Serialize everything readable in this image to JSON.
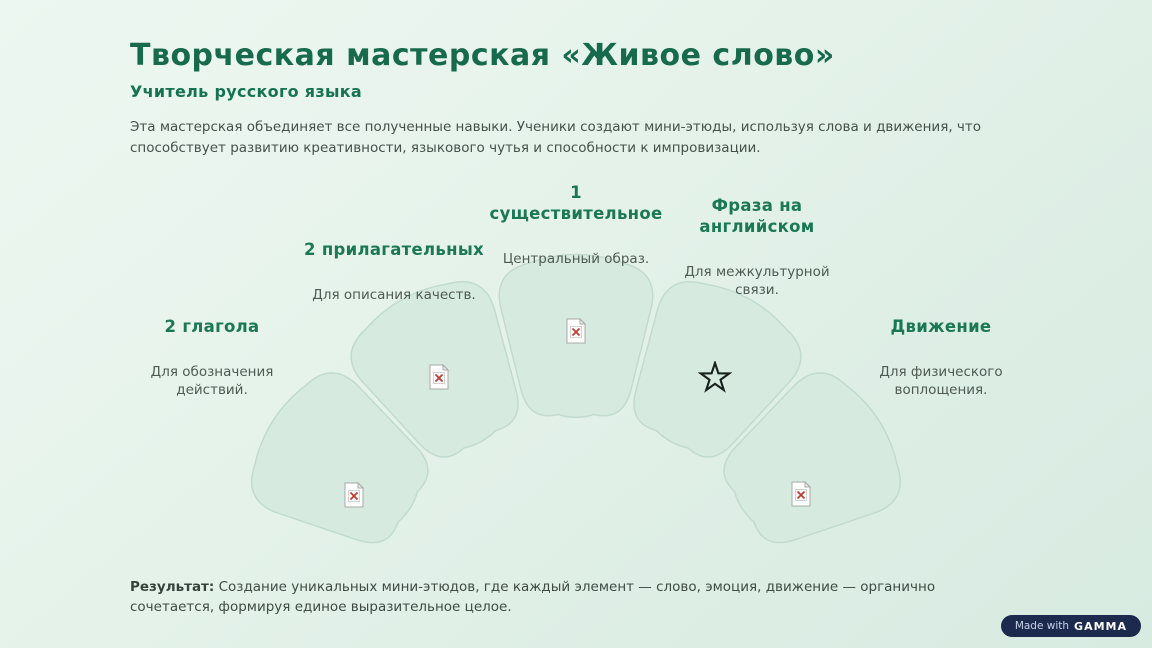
{
  "slide": {
    "title": "Творческая мастерская «Живое слово»",
    "subtitle": "Учитель русского языка",
    "intro": "Эта мастерская объединяет все полученные навыки. Ученики создают мини-этюды, используя слова и движения, что способствует развитию креативности, языкового чутья и способности к импровизации.",
    "result_label": "Результат:",
    "result_text": "Создание уникальных мини-этюдов, где каждый элемент — слово, эмоция, движение — органично сочетается, формируя единое выразительное целое."
  },
  "diagram": {
    "type": "fan-of-5-petals",
    "petal_fill": "#d7eadf",
    "petal_border": "#c2dbce",
    "labels": [
      {
        "id": "verbs",
        "heading": "2 глагола",
        "desc": "Для обозначения\nдействий."
      },
      {
        "id": "adjectives",
        "heading": "2 прилагательных",
        "desc": "Для описания качеств."
      },
      {
        "id": "noun",
        "heading": "1\nсуществительное",
        "desc": "Центральный образ."
      },
      {
        "id": "phrase",
        "heading": "Фраза на\nанглийском",
        "desc": "Для межкультурной\nсвязи."
      },
      {
        "id": "movement",
        "heading": "Движение",
        "desc": "Для физического\nвоплощения."
      }
    ],
    "icons": [
      {
        "petal": "verbs",
        "icon": "broken-image-icon"
      },
      {
        "petal": "adjectives",
        "icon": "broken-image-icon"
      },
      {
        "petal": "noun",
        "icon": "broken-image-icon"
      },
      {
        "petal": "phrase",
        "icon": "star-icon"
      },
      {
        "petal": "movement",
        "icon": "broken-image-icon"
      }
    ]
  },
  "badge": {
    "prefix": "Made with",
    "brand": "GAMMA"
  },
  "colors": {
    "accent_green": "#176a4e",
    "heading_green": "#1a7853",
    "body_text": "#45514a",
    "petal_fill": "#d7eadf",
    "petal_border": "#c2dbce",
    "badge_bg": "#1c2a4e",
    "broken_icon_red": "#c23b33"
  }
}
